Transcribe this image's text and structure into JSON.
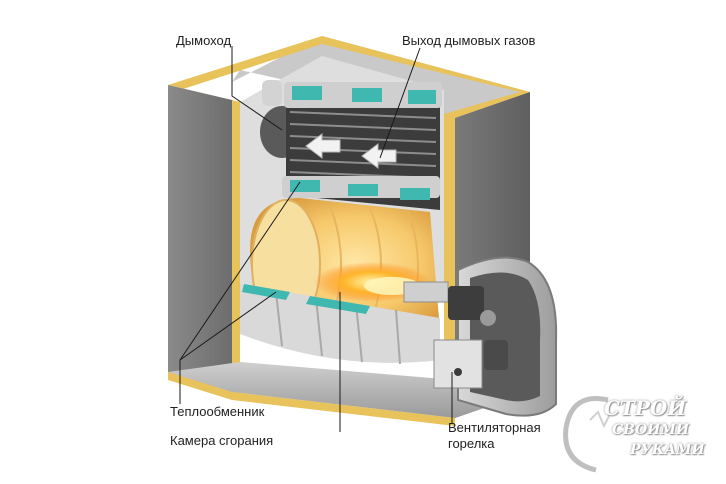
{
  "labels": {
    "chimney": "Дымоход",
    "flue_gas_outlet": "Выход дымовых газов",
    "heat_exchanger": "Теплообменник",
    "combustion_chamber": "Камера сгорания",
    "fan_burner_line1": "Вентиляторная",
    "fan_burner_line2": "горелка"
  },
  "watermark": {
    "line1": "СТРОЙ",
    "line2": "СВОИМИ",
    "line3": "РУКАМИ"
  },
  "colors": {
    "casing": "#7d7d7d",
    "insulation": "#e8c25a",
    "fins": "#4a4a4a",
    "heat_exchanger_tiles": "#3fb8b0",
    "flame": "#ff9a1a",
    "chamber": "#f3d99a"
  }
}
